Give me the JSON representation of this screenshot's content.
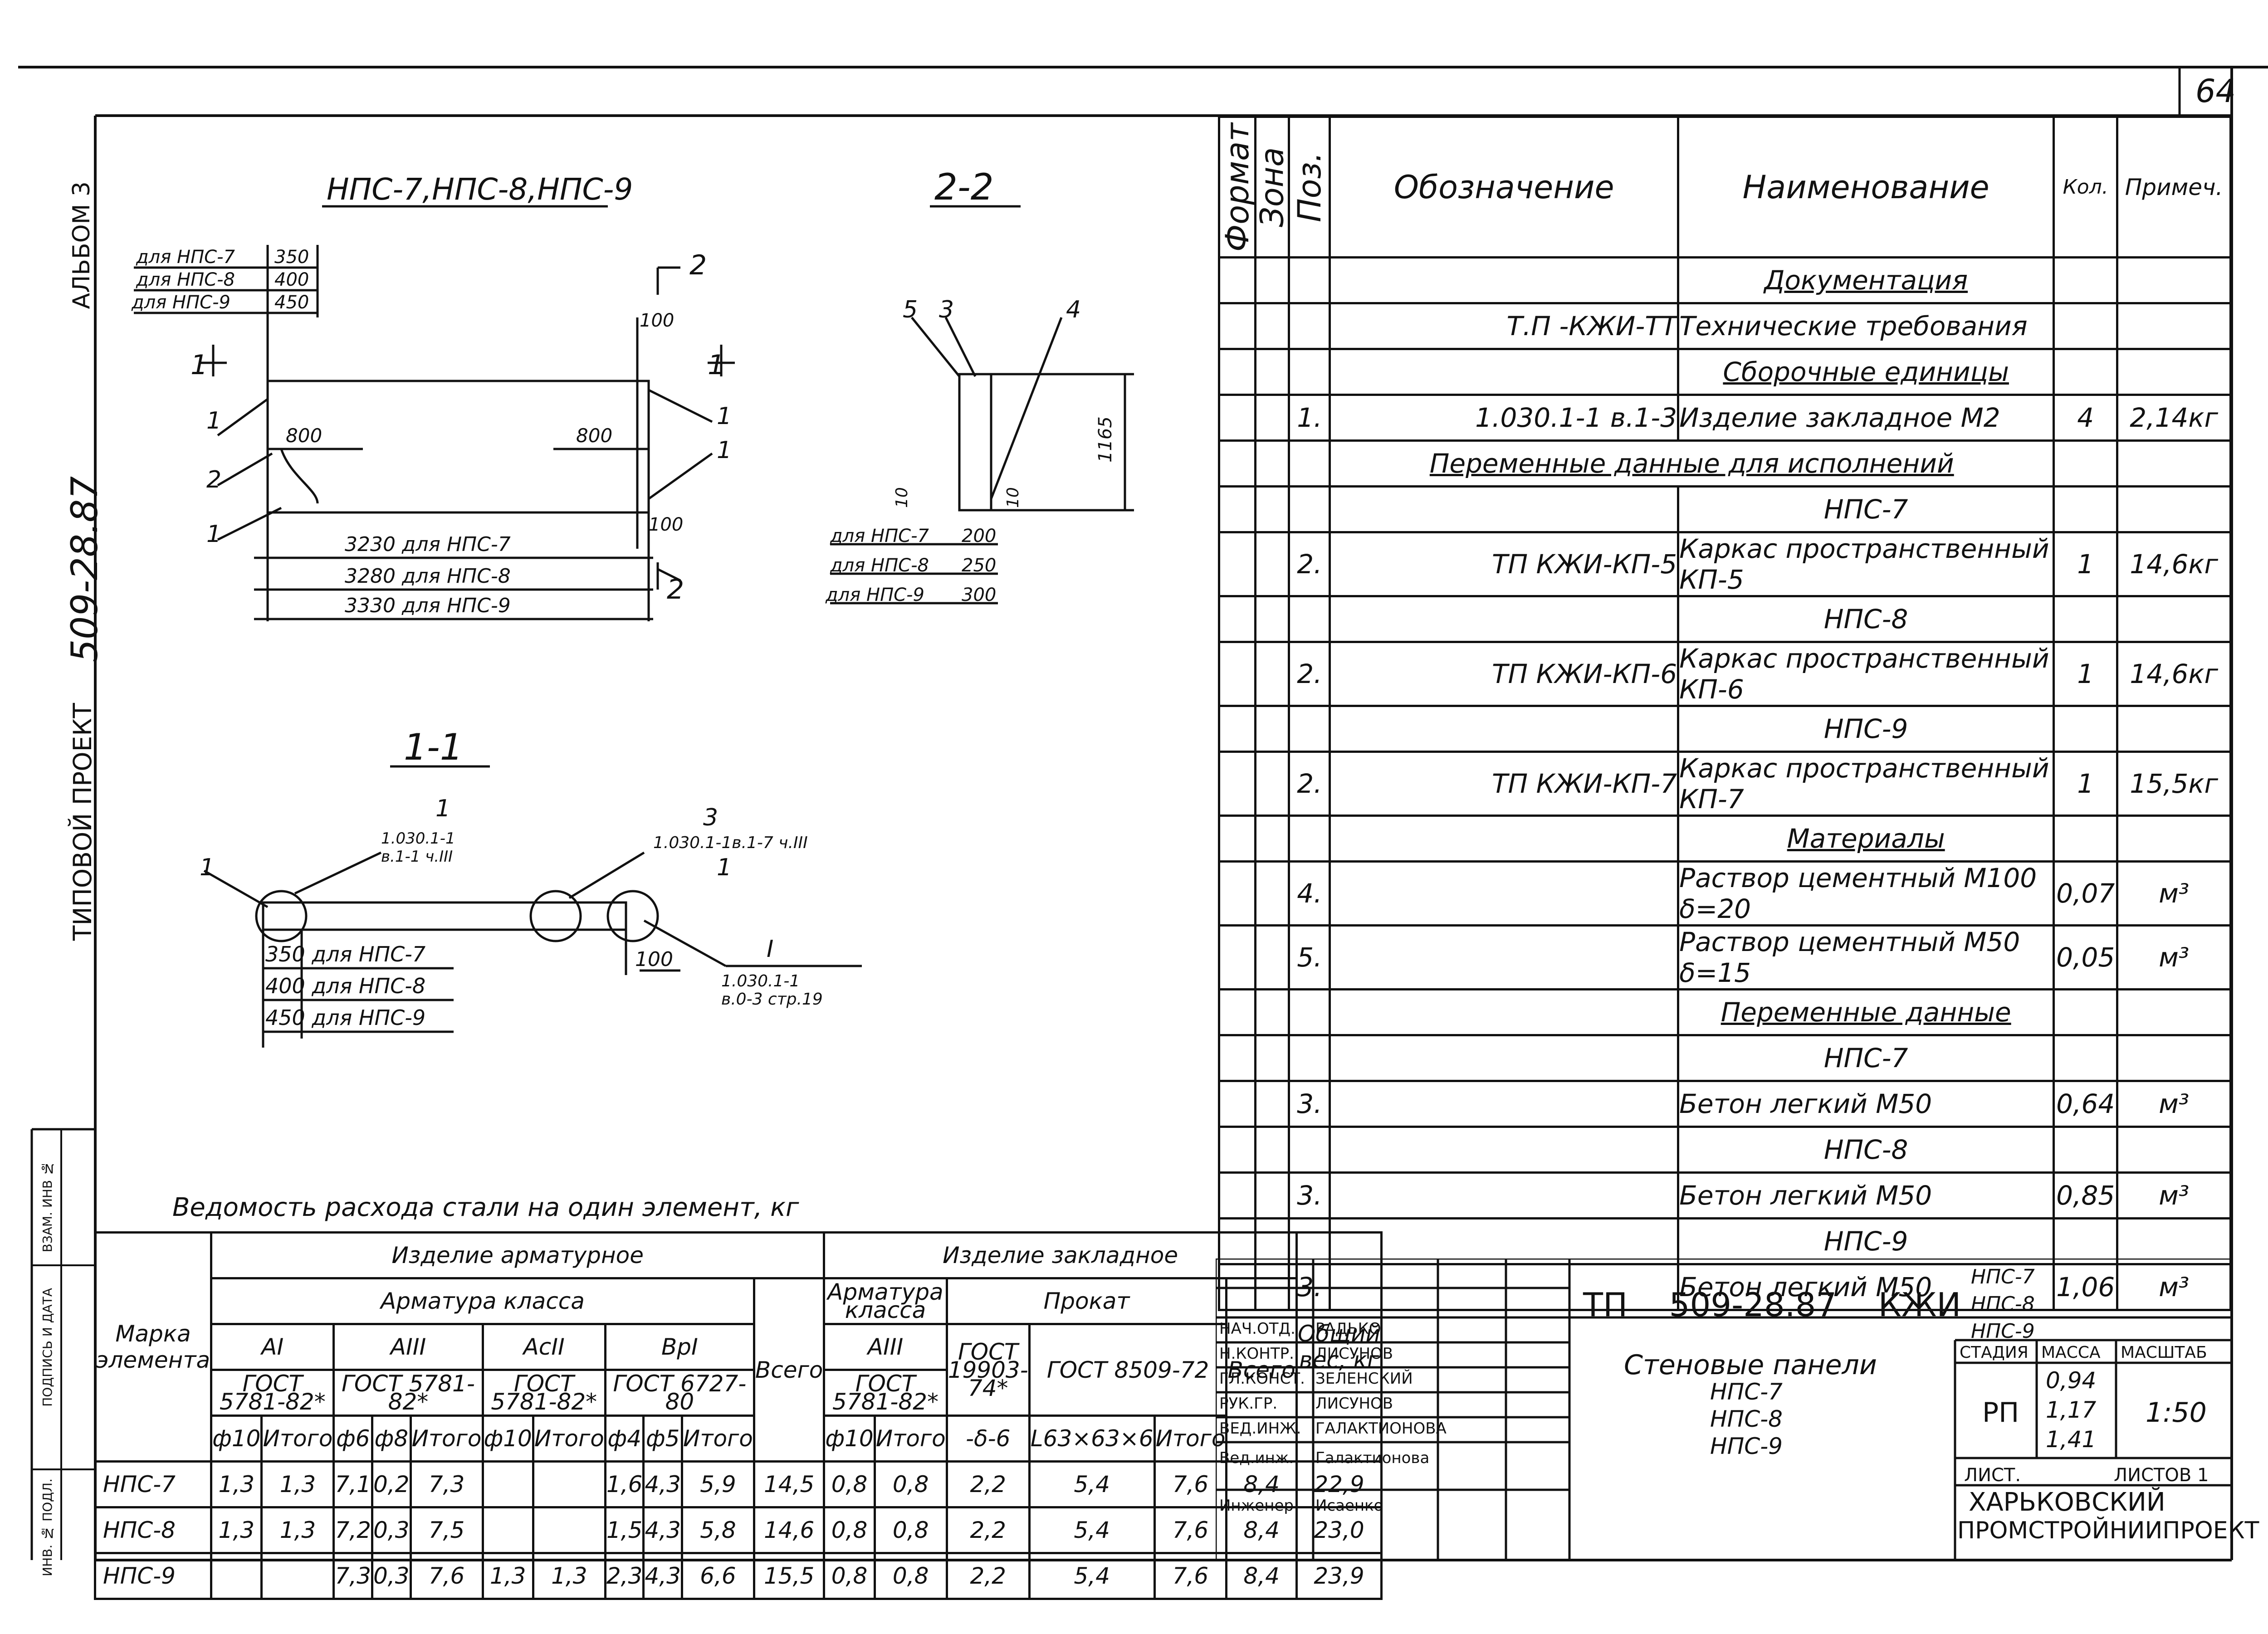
{
  "sheet_number": "64",
  "side": {
    "album": "АЛЬБОМ 3",
    "project_code": "509-28.87",
    "project_type": "ТИПОВОЙ ПРОЕКТ",
    "stamp_cells": [
      "ИНВ. № ПОДЛ.",
      "ПОДПИСЬ И ДАТА",
      "ВЗАМ. ИНВ №"
    ]
  },
  "drawing": {
    "title_main": "НПС-7,НПС-8,НПС-9",
    "title_22": "2-2",
    "title_11": "1-1",
    "lbl_npc7_350": "для НПС-7",
    "lbl_npc8_400": "для НПС-8",
    "lbl_npc9_450": "для НПС-9",
    "d350": "350",
    "d400": "400",
    "d450": "450",
    "d100a": "100",
    "d100b": "100",
    "d800a": "800",
    "d800b": "800",
    "len7": "3230 для НПС-7",
    "len8": "3280 для НПС-8",
    "len9": "3330 для НПС-9",
    "cut2": "2",
    "cut1": "1",
    "pos1": "1",
    "pos2": "2",
    "s22_5": "5",
    "s22_3": "3",
    "s22_4": "4",
    "s22_h": "1165",
    "s22_10a": "10",
    "s22_10b": "10",
    "s22_l7": "для НПС-7",
    "s22_l8": "для НПС-8",
    "s22_l9": "для НПС-9",
    "s22_200": "200",
    "s22_250": "250",
    "s22_300": "300",
    "s11_ref1a": "1.030.1-1",
    "s11_ref1b": "в.1-1 ч.III",
    "s11_ref3a": "1.030.1-1в.1-7 ч.III",
    "s11_refIa": "1.030.1-1",
    "s11_refIb": "в.0-3 стр.19",
    "s11_I": "I",
    "s11_3": "3",
    "s11_100": "100",
    "s11_l7": "350 для НПС-7",
    "s11_l8": "400 для НПС-8",
    "s11_l9": "450 для НПС-9"
  },
  "spec": {
    "headers": {
      "format": "Формат",
      "zone": "Зона",
      "pos": "Поз.",
      "designation": "Обозначение",
      "name": "Наименование",
      "qty": "Кол.",
      "note": "Примеч."
    },
    "rows": [
      {
        "pos": "",
        "des": "",
        "name": "Документация",
        "qty": "",
        "note": "",
        "section": true
      },
      {
        "pos": "",
        "des": "Т.П          -КЖИ-ТТ",
        "name": "Технические требования",
        "qty": "",
        "note": ""
      },
      {
        "pos": "",
        "des": "",
        "name": "Сборочные единицы",
        "qty": "",
        "note": "",
        "section": true
      },
      {
        "pos": "1.",
        "des": "1.030.1-1 в.1-3",
        "name": "Изделие закладное М2",
        "qty": "4",
        "note": "2,14кг"
      },
      {
        "pos": "",
        "des": "",
        "name": "Переменные данные для исполнений",
        "qty": "",
        "note": "",
        "wide": true
      },
      {
        "pos": "",
        "des": "",
        "name": "НПС-7",
        "qty": "",
        "note": "",
        "center": true
      },
      {
        "pos": "2.",
        "des": "ТП        КЖИ-КП-5",
        "name": "Каркас пространственный КП-5",
        "qty": "1",
        "note": "14,6кг"
      },
      {
        "pos": "",
        "des": "",
        "name": "НПС-8",
        "qty": "",
        "note": "",
        "center": true
      },
      {
        "pos": "2.",
        "des": "ТП        КЖИ-КП-6",
        "name": "Каркас пространственный КП-6",
        "qty": "1",
        "note": "14,6кг"
      },
      {
        "pos": "",
        "des": "",
        "name": "НПС-9",
        "qty": "",
        "note": "",
        "center": true
      },
      {
        "pos": "2.",
        "des": "ТП        КЖИ-КП-7",
        "name": "Каркас пространственный КП-7",
        "qty": "1",
        "note": "15,5кг"
      },
      {
        "pos": "",
        "des": "",
        "name": "Материалы",
        "qty": "",
        "note": "",
        "section": true
      },
      {
        "pos": "4.",
        "des": "",
        "name": "Раствор цементный М100 δ=20",
        "qty": "0,07",
        "note": "м³"
      },
      {
        "pos": "5.",
        "des": "",
        "name": "Раствор цементный М50 δ=15",
        "qty": "0,05",
        "note": "м³"
      },
      {
        "pos": "",
        "des": "",
        "name": "Переменные данные",
        "qty": "",
        "note": "",
        "section": true
      },
      {
        "pos": "",
        "des": "",
        "name": "НПС-7",
        "qty": "",
        "note": "",
        "center": true
      },
      {
        "pos": "3.",
        "des": "",
        "name": "Бетон легкий М50",
        "qty": "0,64",
        "note": "м³"
      },
      {
        "pos": "",
        "des": "",
        "name": "НПС-8",
        "qty": "",
        "note": "",
        "center": true
      },
      {
        "pos": "3.",
        "des": "",
        "name": "Бетон легкий М50",
        "qty": "0,85",
        "note": "м³"
      },
      {
        "pos": "",
        "des": "",
        "name": "НПС-9",
        "qty": "",
        "note": "",
        "center": true
      },
      {
        "pos": "3.",
        "des": "",
        "name": "Бетон легкий М50",
        "qty": "1,06",
        "note": "м³"
      }
    ]
  },
  "steel": {
    "title": "Ведомость расхода стали на один элемент, кг",
    "h_mark": "Марка элемента",
    "h_arm": "Изделие арматурное",
    "h_arm_class": "Арматура класса",
    "h_ai": "АI",
    "h_aiii": "АIII",
    "h_acii": "АсII",
    "h_vpi": "ВрI",
    "h_gost_ai": "ГОСТ 5781-82*",
    "h_gost_aiii": "ГОСТ 5781-82*",
    "h_gost_acii": "ГОСТ 5781-82*",
    "h_gost_vpi": "ГОСТ 6727-80",
    "h_total1": "Всего",
    "h_emb": "Изделие закладное",
    "h_emb_arm": "Арматура класса",
    "h_emb_aiii": "АIII",
    "h_emb_gost": "ГОСТ 5781-82*",
    "h_rolled": "Прокат",
    "h_gost_19903": "ГОСТ 19903-74*",
    "h_gost_8509": "ГОСТ 8509-72",
    "h_total2": "Всего",
    "h_weight": "Общий вес, кг",
    "sub": [
      "ф10",
      "Итого",
      "ф6",
      "ф8",
      "Итого",
      "ф10",
      "Итого",
      "ф4",
      "ф5",
      "Итого",
      "",
      "ф10",
      "Итого",
      "-δ-6",
      "L63×63×6",
      "Итого",
      "",
      ""
    ],
    "rows": [
      {
        "mark": "НПС-7",
        "v": [
          "1,3",
          "1,3",
          "7,1",
          "0,2",
          "7,3",
          "",
          "",
          "1,6",
          "4,3",
          "5,9",
          "14,5",
          "0,8",
          "0,8",
          "2,2",
          "5,4",
          "7,6",
          "8,4",
          "22,9"
        ]
      },
      {
        "mark": "НПС-8",
        "v": [
          "1,3",
          "1,3",
          "7,2",
          "0,3",
          "7,5",
          "",
          "",
          "1,5",
          "4,3",
          "5,8",
          "14,6",
          "0,8",
          "0,8",
          "2,2",
          "5,4",
          "7,6",
          "8,4",
          "23,0"
        ]
      },
      {
        "mark": "НПС-9",
        "v": [
          "",
          "",
          "7,3",
          "0,3",
          "7,6",
          "1,3",
          "1,3",
          "2,3",
          "4,3",
          "6,6",
          "15,5",
          "0,8",
          "0,8",
          "2,2",
          "5,4",
          "7,6",
          "8,4",
          "23,9"
        ]
      }
    ]
  },
  "titleblock": {
    "code": "ТП    509-28.87    КЖИ",
    "marks": [
      "НПС-7",
      "НПС-8",
      "НПС-9"
    ],
    "staff": [
      {
        "role": "НАЧ.ОТД.",
        "name": "РАДЬКО"
      },
      {
        "role": "Н.КОНТР.",
        "name": "ЛИСУНОВ"
      },
      {
        "role": "ГЛ.КОНСТ.",
        "name": "ЗЕЛЕНСКИЙ"
      },
      {
        "role": "РУК.ГР.",
        "name": "ЛИСУНОВ"
      },
      {
        "role": "ВЕД.ИНЖ.",
        "name": "ГАЛАКТИОНОВА"
      },
      {
        "role": "Вед.инж.",
        "name": "Галактионова"
      },
      {
        "role": "Инженер",
        "name": "Исаенко"
      }
    ],
    "name_title": "Стеновые панели",
    "name_marks": [
      "НПС-7",
      "НПС-8",
      "НПС-9"
    ],
    "h_stage": "СТАДИЯ",
    "h_mass": "МАССА",
    "h_scale": "МАСШТАБ",
    "stage": "РП",
    "masses": [
      "0,94",
      "1,17",
      "1,41"
    ],
    "scale": "1:50",
    "sheet": "ЛИСТ.",
    "sheets": "ЛИСТОВ 1",
    "org1": "ХАРЬКОВСКИЙ",
    "org2": "ПРОМСТРОЙНИИПРОЕКТ"
  }
}
